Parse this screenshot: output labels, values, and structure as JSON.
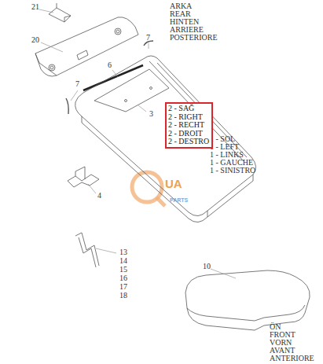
{
  "diagram": {
    "nodes": [
      {
        "text": [
          "2 - SAĞ",
          "2 - RIGHT",
          "2 - RECHT",
          "2 - DROIT",
          "2 - DESTRO"
        ]
      }
    ],
    "labels": [
      "21",
      "ARKA",
      "REAR",
      "HINTEN",
      "ARRIERE",
      "POSTERIORE",
      "20",
      "7",
      "6",
      "7",
      "3",
      "1 - SOL",
      "1 - LEFT",
      "1 - LINKS",
      "1 - GAUCHE",
      "1 - SINISTRO",
      "4",
      "13",
      "14",
      "15",
      "16",
      "17",
      "18",
      "10",
      "ÖN",
      "FRONT",
      "VORN",
      "AVANT",
      "ANTERIORE",
      "UA",
      "PARTS"
    ]
  }
}
